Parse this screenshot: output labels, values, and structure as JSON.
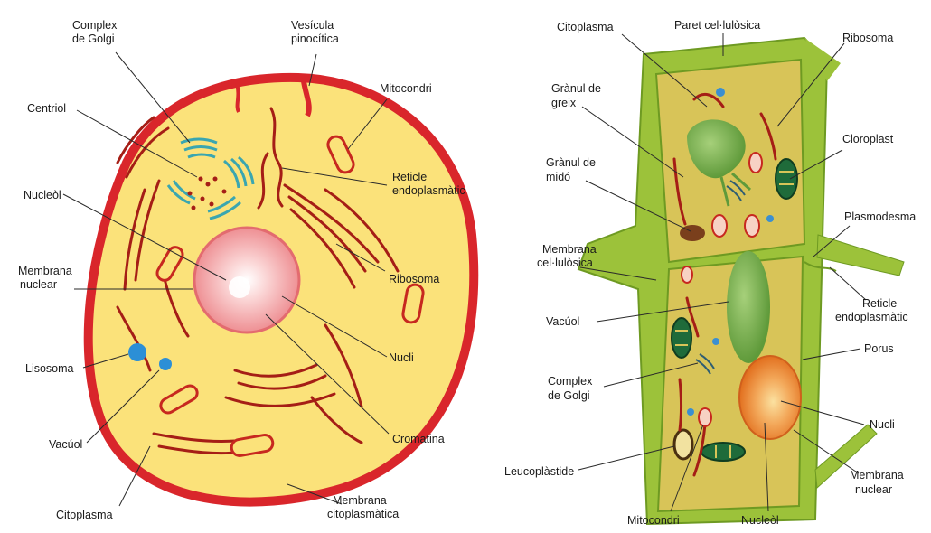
{
  "animal_cell": {
    "labels": {
      "complex_golgi": [
        "Complex",
        "de Golgi"
      ],
      "vesicula": [
        "Vesícula",
        "pinocítica"
      ],
      "centriol": "Centriol",
      "mitocondri": "Mitocondri",
      "reticle": [
        "Reticle",
        "endoplasmàtic"
      ],
      "nucleol": "Nucleòl",
      "membrana_nuclear": [
        "Membrana",
        "nuclear"
      ],
      "ribosoma": "Ribosoma",
      "nucli": "Nucli",
      "lisosoma": "Lisosoma",
      "cromatina": "Cromatina",
      "vacuol": "Vacúol",
      "citoplasma": "Citoplasma",
      "membrana_cito": [
        "Membrana",
        "citoplasmàtica"
      ]
    }
  },
  "plant_cell": {
    "labels": {
      "citoplasma": "Citoplasma",
      "paret": "Paret cel·lulòsica",
      "ribosoma": "Ribosoma",
      "granul_greix": [
        "Grànul de",
        "greix"
      ],
      "cloroplast": "Cloroplast",
      "granul_mido": [
        "Grànul de",
        "midó"
      ],
      "plasmodesma": "Plasmodesma",
      "membrana_cel": [
        "Membrana",
        "cel·lulòsica"
      ],
      "reticle": [
        "Reticle",
        "endoplasmàtic"
      ],
      "vacuol": "Vacúol",
      "porus": "Porus",
      "complex_golgi": [
        "Complex",
        "de Golgi"
      ],
      "nucli": "Nucli",
      "leucoplastide": "Leucoplàstide",
      "membrana_nuclear": [
        "Membrana",
        "nuclear"
      ],
      "mitocondri": "Mitocondri",
      "nucleol": "Nucleòl"
    }
  },
  "colors": {
    "animal_membrane": "#d9262b",
    "animal_cytoplasm": "#fbe27a",
    "plant_wall": "#9cc23a",
    "plant_cytoplasm": "#d8c458",
    "nucleus": "#f09a9a",
    "organelle_red": "#a51e16"
  }
}
